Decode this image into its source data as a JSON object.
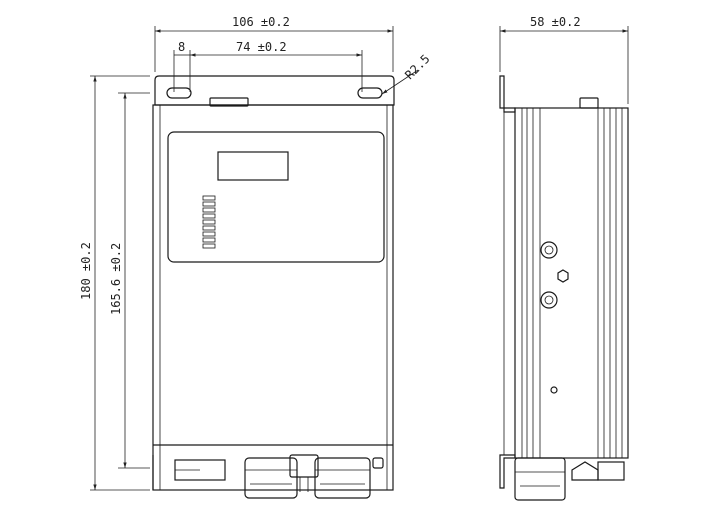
{
  "dimensions": {
    "overall_width": "106 ±0.2",
    "edge_offset": "8",
    "hole_spacing": "74 ±0.2",
    "corner_radius": "R2.5",
    "overall_height": "180 ±0.2",
    "body_height": "165.6 ±0.2",
    "depth": "58 ±0.2"
  }
}
